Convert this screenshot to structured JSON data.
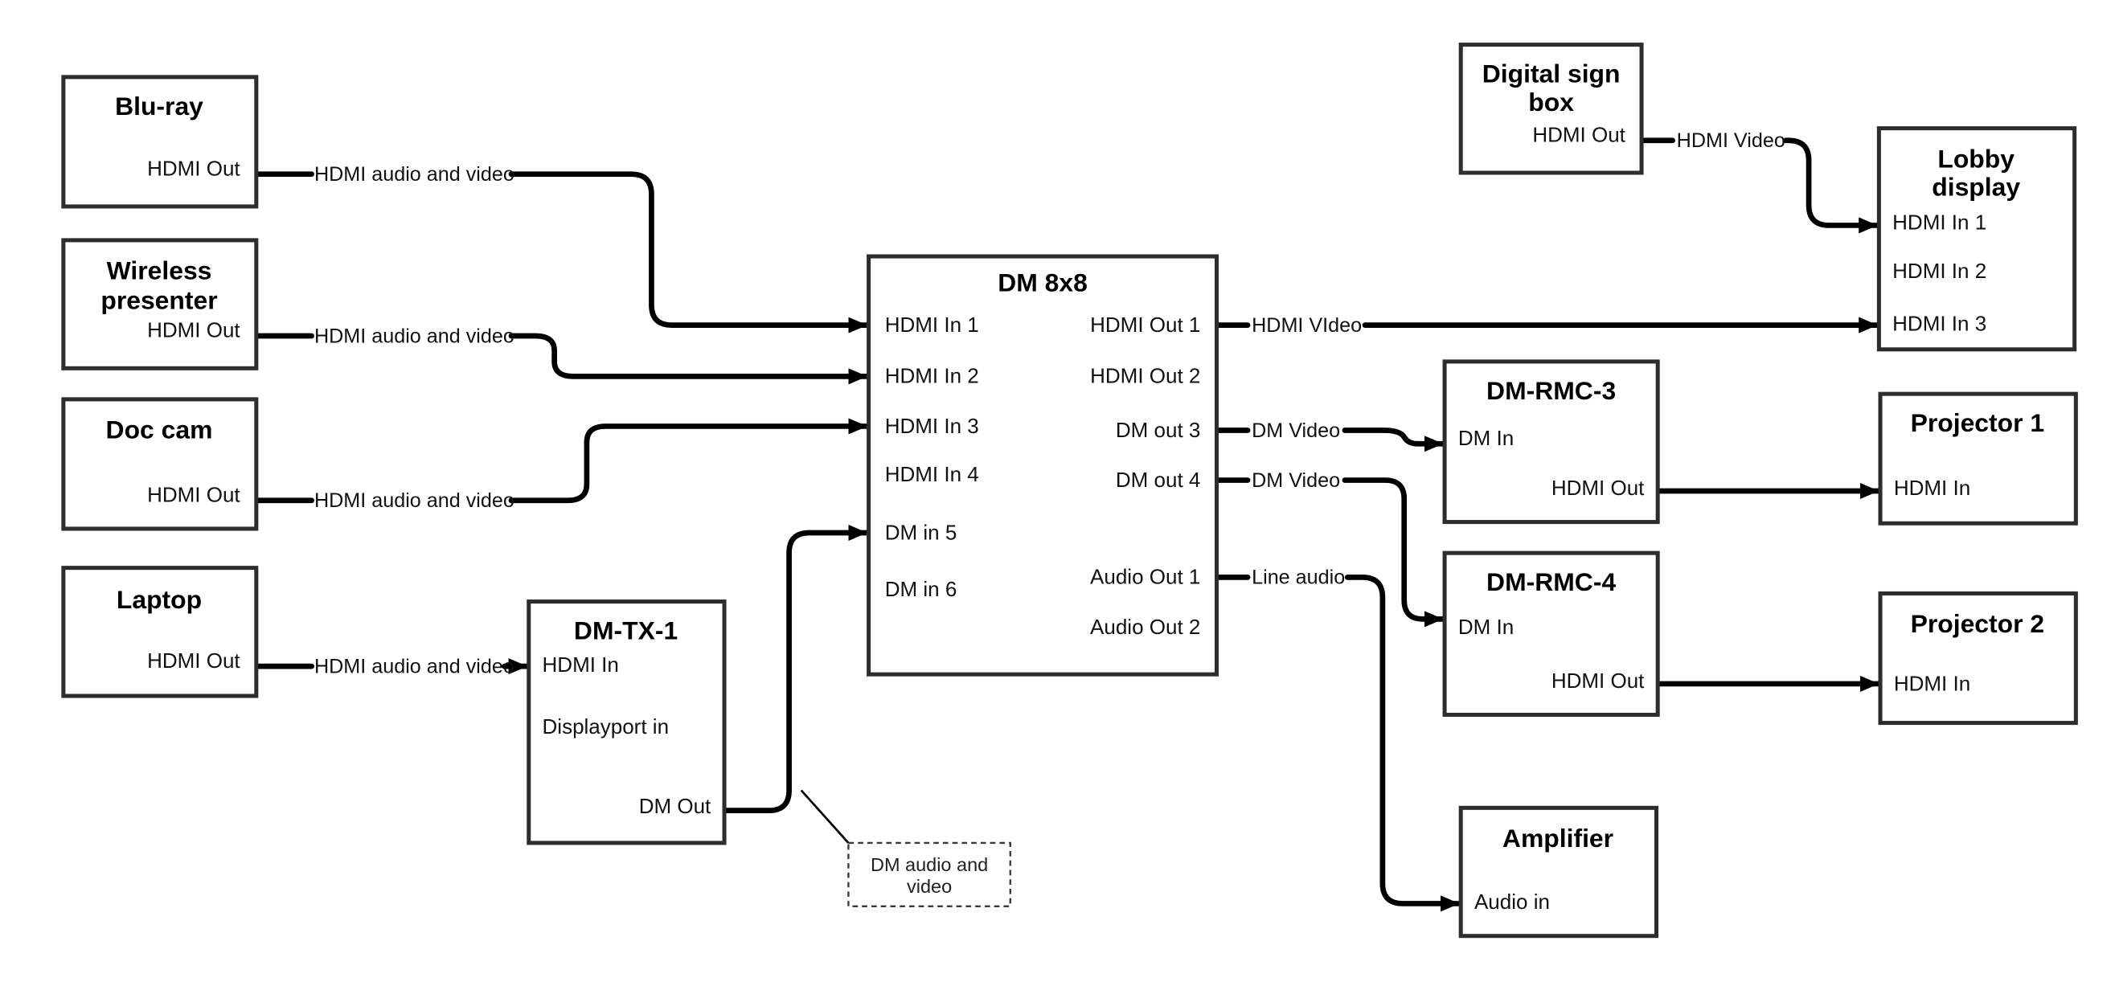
{
  "page": {
    "background": "#ffffff"
  },
  "colors": {
    "box_border": "#2d2d2d",
    "connector": "#000000",
    "text": "#000000"
  },
  "boxes": {
    "bluray": {
      "title": "Blu-ray",
      "port_hdmi_out": "HDMI Out"
    },
    "wireless_presenter": {
      "title_line1": "Wireless",
      "title_line2": "presenter",
      "port_hdmi_out": "HDMI Out"
    },
    "doc_cam": {
      "title": "Doc cam",
      "port_hdmi_out": "HDMI Out"
    },
    "laptop": {
      "title": "Laptop",
      "port_hdmi_out": "HDMI Out"
    },
    "dm_tx_1": {
      "title": "DM-TX-1",
      "port_hdmi_in": "HDMI In",
      "port_displayport_in": "Displayport in",
      "port_dm_out": "DM Out"
    },
    "dm_8x8": {
      "title": "DM 8x8",
      "ports_left": [
        "HDMI In 1",
        "HDMI In 2",
        "HDMI In 3",
        "HDMI In 4",
        "DM in 5",
        "DM in 6"
      ],
      "ports_right": [
        "HDMI Out 1",
        "HDMI Out 2",
        "DM out 3",
        "DM out 4",
        "Audio Out 1",
        "Audio Out 2"
      ]
    },
    "digital_sign_box": {
      "title_line1": "Digital sign",
      "title_line2": "box",
      "port_hdmi_out": "HDMI Out"
    },
    "lobby_display": {
      "title_line1": "Lobby",
      "title_line2": "display",
      "ports": [
        "HDMI In 1",
        "HDMI In 2",
        "HDMI In 3"
      ]
    },
    "dm_rmc_3": {
      "title": "DM-RMC-3",
      "port_dm_in": "DM In",
      "port_hdmi_out": "HDMI Out"
    },
    "projector_1": {
      "title": "Projector 1",
      "port_hdmi_in": "HDMI In"
    },
    "dm_rmc_4": {
      "title": "DM-RMC-4",
      "port_dm_in": "DM In",
      "port_hdmi_out": "HDMI Out"
    },
    "projector_2": {
      "title": "Projector 2",
      "port_hdmi_in": "HDMI In"
    },
    "amplifier": {
      "title": "Amplifier",
      "port_audio_in": "Audio in"
    }
  },
  "callout": {
    "line1": "DM audio and",
    "line2": "video"
  },
  "connections": [
    {
      "from": "Blu-ray HDMI Out",
      "to": "DM 8x8 HDMI In 1",
      "label": "HDMI audio and video"
    },
    {
      "from": "Wireless presenter HDMI Out",
      "to": "DM 8x8 HDMI In 2",
      "label": "HDMI audio and video"
    },
    {
      "from": "Doc cam HDMI Out",
      "to": "DM 8x8 HDMI In 3",
      "label": "HDMI audio and video"
    },
    {
      "from": "Laptop HDMI Out",
      "to": "DM-TX-1 HDMI In",
      "label": "HDMI audio and video"
    },
    {
      "from": "DM-TX-1 DM Out",
      "to": "DM 8x8 DM in 5",
      "label": ""
    },
    {
      "from": "DM 8x8 HDMI Out 1",
      "to": "Lobby display HDMI In 3",
      "label": "HDMI VIdeo"
    },
    {
      "from": "DM 8x8 DM out 3",
      "to": "DM-RMC-3 DM In",
      "label": "DM Video"
    },
    {
      "from": "DM 8x8 DM out 4",
      "to": "DM-RMC-4 DM In",
      "label": "DM Video"
    },
    {
      "from": "DM 8x8 Audio Out 1",
      "to": "Amplifier Audio in",
      "label": "Line audio"
    },
    {
      "from": "Digital sign box HDMI Out",
      "to": "Lobby display HDMI In 1",
      "label": "HDMI Video"
    },
    {
      "from": "DM-RMC-3 HDMI Out",
      "to": "Projector 1 HDMI In",
      "label": ""
    },
    {
      "from": "DM-RMC-4 HDMI Out",
      "to": "Projector 2 HDMI In",
      "label": ""
    }
  ]
}
